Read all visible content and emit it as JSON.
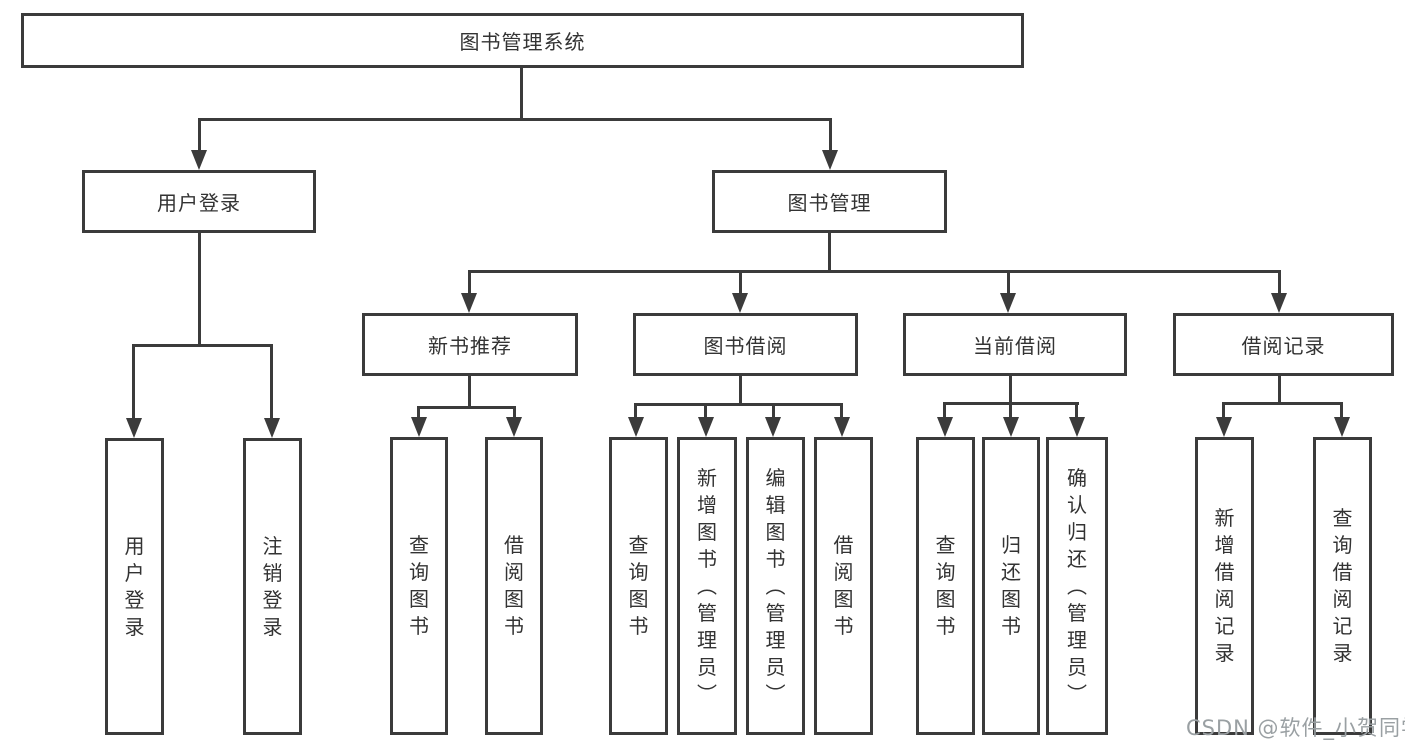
{
  "tree": {
    "label": "图书管理系统",
    "children": [
      {
        "label": "用户登录",
        "children": [
          {
            "label": "用户登录"
          },
          {
            "label": "注销登录"
          }
        ]
      },
      {
        "label": "图书管理",
        "children": [
          {
            "label": "新书推荐",
            "children": [
              {
                "label": "查询图书"
              },
              {
                "label": "借阅图书"
              }
            ]
          },
          {
            "label": "图书借阅",
            "children": [
              {
                "label": "查询图书"
              },
              {
                "label": "新增图书（管理员）"
              },
              {
                "label": "编辑图书（管理员）"
              },
              {
                "label": "借阅图书"
              }
            ]
          },
          {
            "label": "当前借阅",
            "children": [
              {
                "label": "查询图书"
              },
              {
                "label": "归还图书"
              },
              {
                "label": "确认归还（管理员）"
              }
            ]
          },
          {
            "label": "借阅记录",
            "children": [
              {
                "label": "新增借阅记录"
              },
              {
                "label": "查询借阅记录"
              }
            ]
          }
        ]
      }
    ]
  },
  "watermark": {
    "text": "CSDN @软件_小贺同学"
  },
  "colors": {
    "line": "#3b3b3b",
    "text": "#333333",
    "watermark": "#9aa0a3",
    "background": "#ffffff"
  }
}
